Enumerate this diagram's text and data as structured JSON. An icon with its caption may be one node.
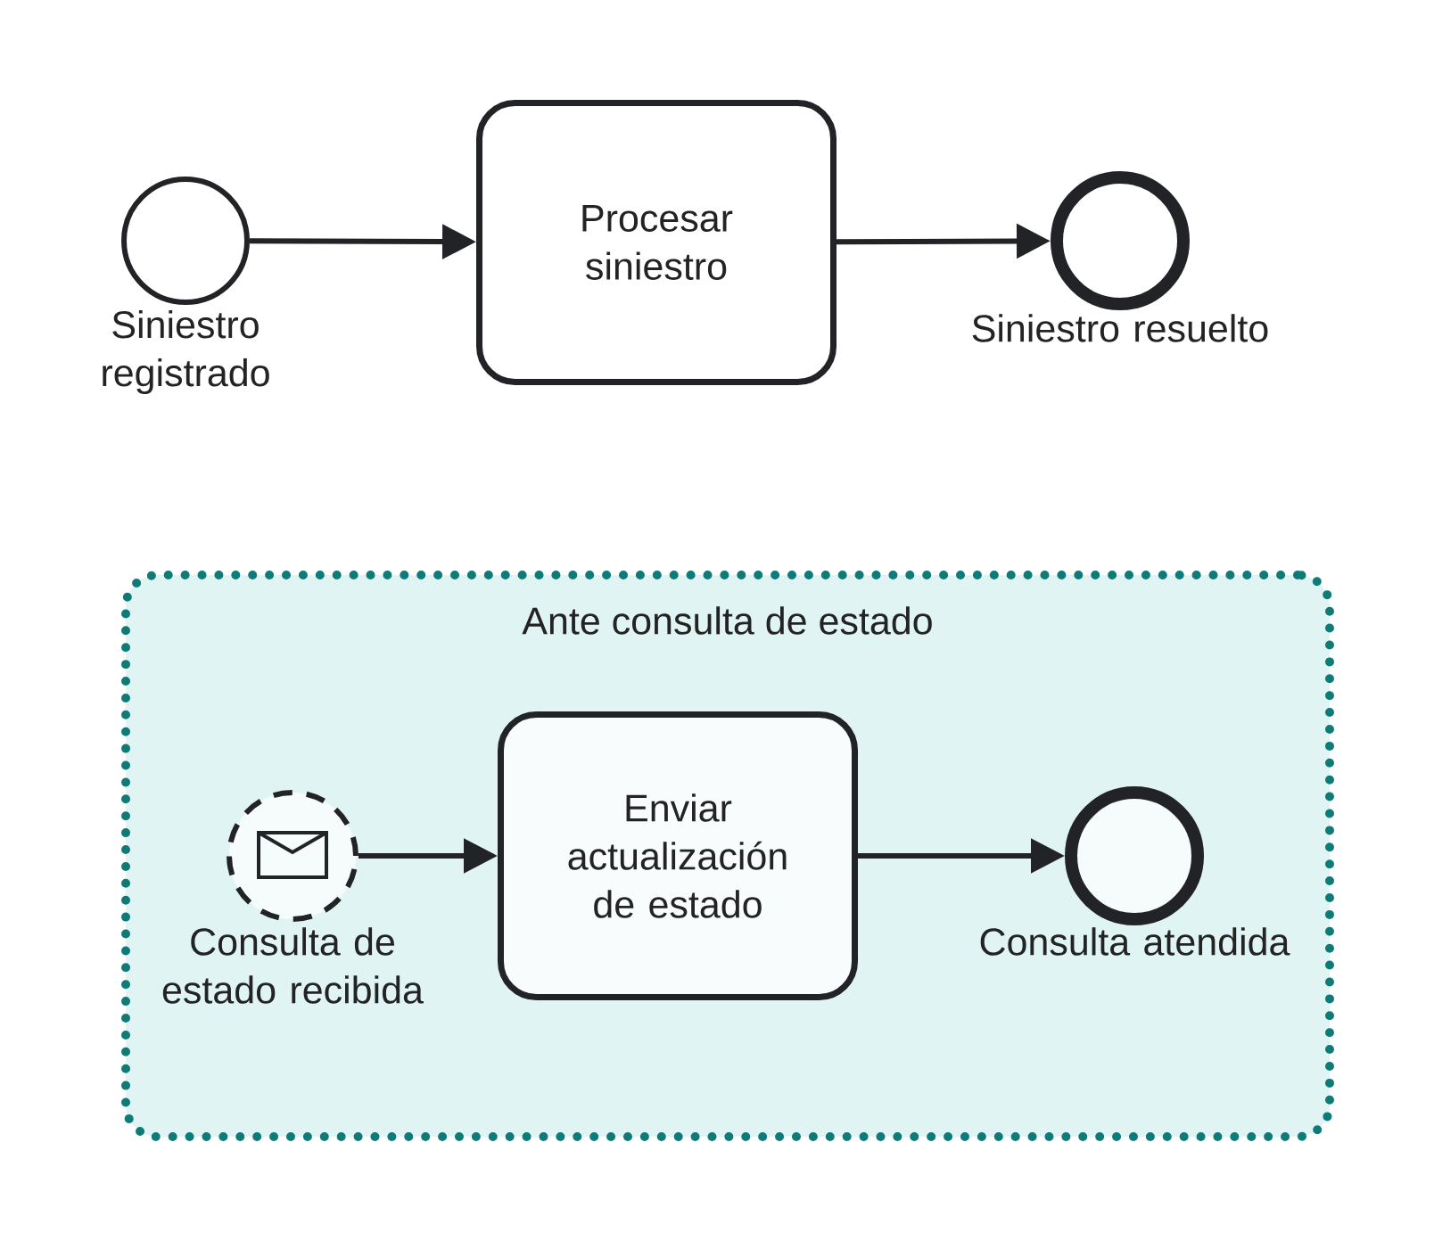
{
  "diagram": {
    "nodes": [
      {
        "text": [],
        "shape": "circle",
        "beside": [
          "Siniestro registrado"
        ]
      },
      {
        "text": [
          "Procesar siniestro"
        ]
      },
      {
        "text": [],
        "shape": "circle",
        "beside": [
          "Siniestro resuelto"
        ]
      },
      {
        "text": [
          "Ante consulta de estado"
        ]
      },
      {
        "text": [],
        "shape": "circle",
        "in": 3,
        "beside": [
          "Consulta de estado recibida"
        ]
      },
      {
        "text": [
          "Enviar actualización de estado"
        ],
        "in": 3
      },
      {
        "text": [],
        "shape": "circle",
        "in": 3,
        "beside": [
          "Consulta atendida"
        ]
      }
    ],
    "edges": [
      {
        "from": 0,
        "to": 1,
        "arrow": "to"
      },
      {
        "from": 1,
        "to": 2,
        "arrow": "to"
      },
      {
        "from": 4,
        "to": 5,
        "arrow": "to"
      },
      {
        "from": 5,
        "to": 6,
        "arrow": "to"
      }
    ]
  }
}
